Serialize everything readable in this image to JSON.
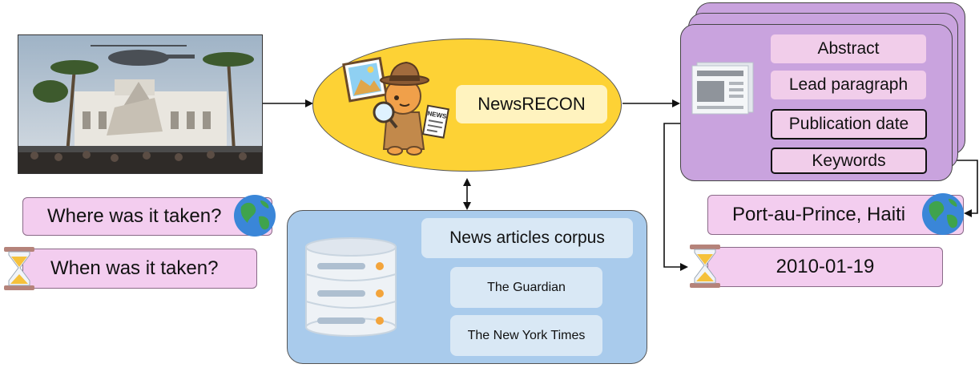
{
  "system": {
    "name": "NewsRECON"
  },
  "questions": {
    "where": "Where was it taken?",
    "when": "When was it taken?"
  },
  "corpus": {
    "title": "News articles corpus",
    "sources": [
      "The Guardian",
      "The New York Times"
    ]
  },
  "article_fields": [
    "Abstract",
    "Lead paragraph",
    "Publication date",
    "Keywords"
  ],
  "answers": {
    "where": "Port-au-Prince, Haiti",
    "when": "2010-01-19"
  },
  "mascot_badge": "NEWS",
  "colors": {
    "ellipse": "#fdd235",
    "question_box": "#f3cdef",
    "corpus_box": "#a9cbec",
    "article_card": "#c9a3de"
  },
  "icons": [
    "photo",
    "detective-mascot",
    "database-icon",
    "newspaper-icon",
    "globe-icon",
    "hourglass-icon"
  ]
}
